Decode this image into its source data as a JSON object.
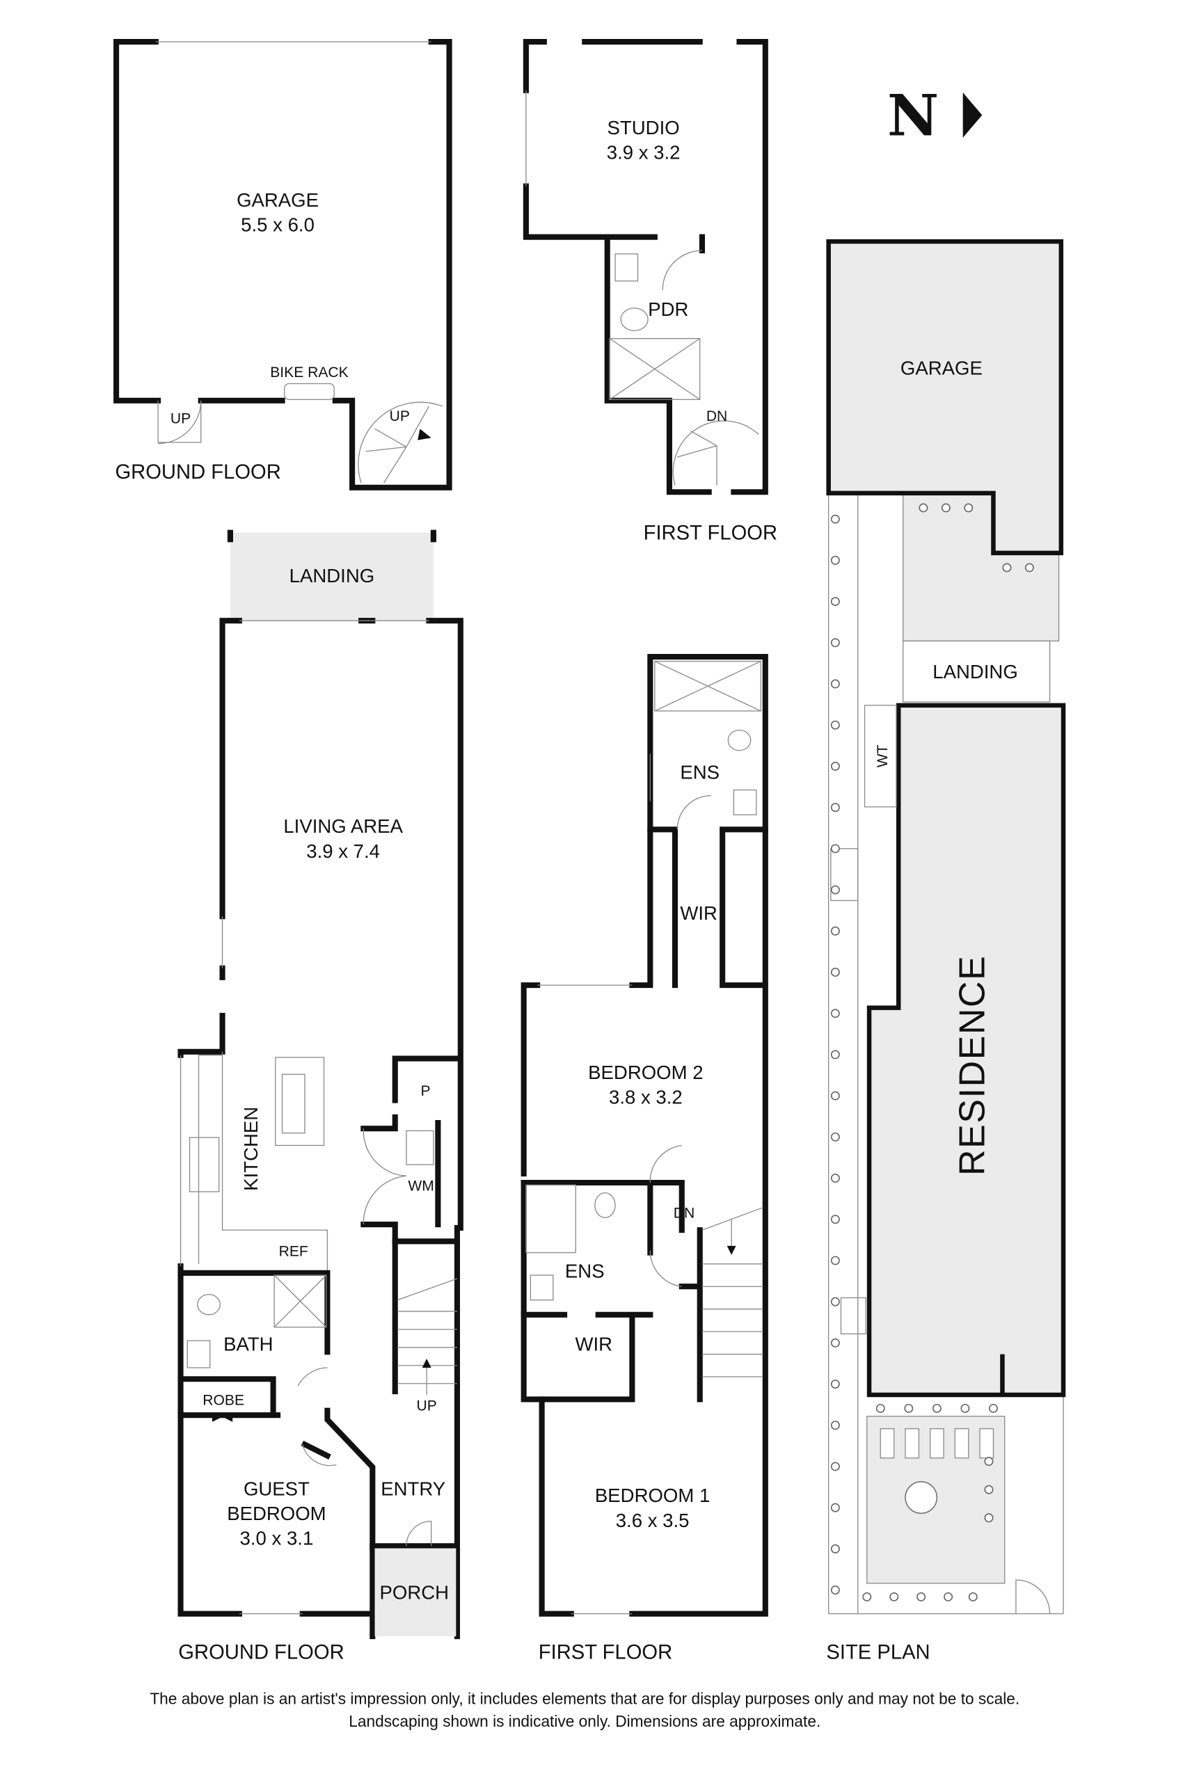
{
  "north": {
    "letter": "N",
    "icon": "north-arrow-icon"
  },
  "garage_ground_floor": {
    "caption": "GROUND FLOOR",
    "rooms": {
      "garage": {
        "name": "GARAGE",
        "size": "5.5 x 6.0"
      },
      "bike_rack": "BIKE RACK",
      "up_left": "UP",
      "up_stair": "UP"
    }
  },
  "garage_first_floor": {
    "caption": "FIRST FLOOR",
    "rooms": {
      "studio": {
        "name": "STUDIO",
        "size": "3.9 x 3.2"
      },
      "pdr": "PDR",
      "dn": "DN"
    }
  },
  "ground_floor": {
    "caption": "GROUND FLOOR",
    "rooms": {
      "landing": "LANDING",
      "living": {
        "name": "LIVING AREA",
        "size": "3.9 x 7.4"
      },
      "kitchen": "KITCHEN",
      "pantry": "P",
      "wm": "WM",
      "ref": "REF",
      "bath": "BATH",
      "robe": "ROBE",
      "guest": {
        "name_line1": "GUEST",
        "name_line2": "BEDROOM",
        "size": "3.0 x 3.1"
      },
      "entry": "ENTRY",
      "porch": "PORCH",
      "up": "UP"
    }
  },
  "first_floor": {
    "caption": "FIRST FLOOR",
    "rooms": {
      "ens_top": "ENS",
      "wir_top": "WIR",
      "bedroom2": {
        "name": "BEDROOM 2",
        "size": "3.8 x 3.2"
      },
      "ens": "ENS",
      "wir": "WIR",
      "dn": "DN",
      "bedroom1": {
        "name": "BEDROOM 1",
        "size": "3.6 x 3.5"
      }
    }
  },
  "site_plan": {
    "caption": "SITE PLAN",
    "labels": {
      "garage": "GARAGE",
      "landing": "LANDING",
      "wt": "WT",
      "residence": "RESIDENCE"
    }
  },
  "disclaimer": {
    "line1": "The above plan is an artist's impression only, it includes elements that are for display purposes only and may not be to scale.",
    "line2": "Landscaping shown is indicative only. Dimensions are approximate."
  }
}
